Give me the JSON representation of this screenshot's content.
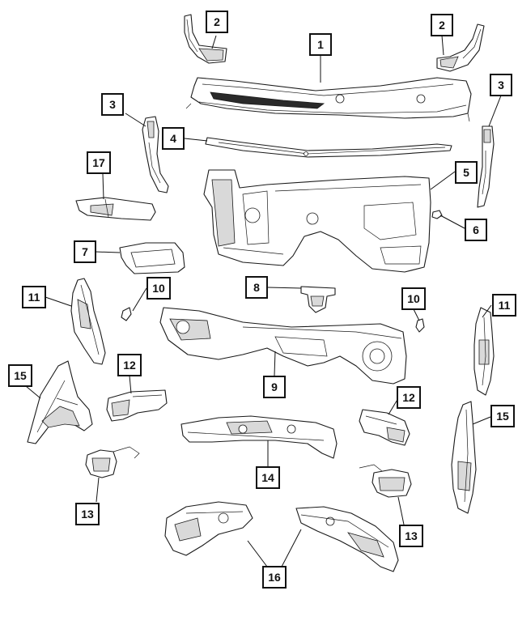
{
  "callouts": [
    {
      "id": "c1",
      "label": "1"
    },
    {
      "id": "c2a",
      "label": "2"
    },
    {
      "id": "c2b",
      "label": "2"
    },
    {
      "id": "c3a",
      "label": "3"
    },
    {
      "id": "c3b",
      "label": "3"
    },
    {
      "id": "c4",
      "label": "4"
    },
    {
      "id": "c5",
      "label": "5"
    },
    {
      "id": "c6",
      "label": "6"
    },
    {
      "id": "c7",
      "label": "7"
    },
    {
      "id": "c8",
      "label": "8"
    },
    {
      "id": "c9",
      "label": "9"
    },
    {
      "id": "c10a",
      "label": "10"
    },
    {
      "id": "c10b",
      "label": "10"
    },
    {
      "id": "c11a",
      "label": "11"
    },
    {
      "id": "c11b",
      "label": "11"
    },
    {
      "id": "c12a",
      "label": "12"
    },
    {
      "id": "c12b",
      "label": "12"
    },
    {
      "id": "c13a",
      "label": "13"
    },
    {
      "id": "c13b",
      "label": "13"
    },
    {
      "id": "c14",
      "label": "14"
    },
    {
      "id": "c15a",
      "label": "15"
    },
    {
      "id": "c15b",
      "label": "15"
    },
    {
      "id": "c16",
      "label": "16"
    },
    {
      "id": "c17",
      "label": "17"
    }
  ]
}
